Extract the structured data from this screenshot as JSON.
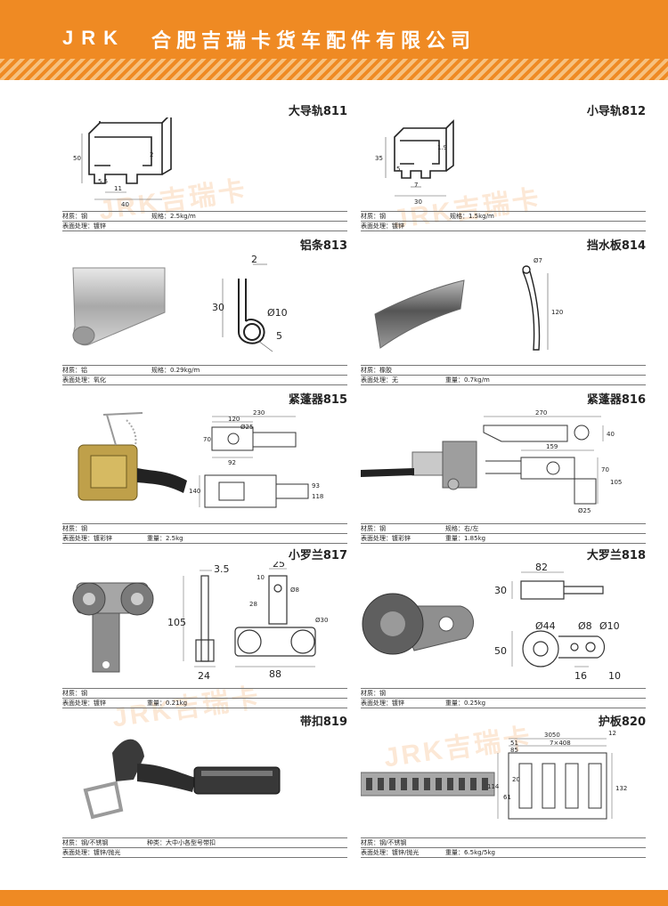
{
  "header": {
    "brand": "JRK",
    "company": "合肥吉瑞卡货车配件有限公司",
    "watermark": "JRK吉瑞卡"
  },
  "products": [
    {
      "id": "811",
      "title": "大导轨811",
      "row1": [
        "材质：钢",
        "规格：2.5kg/m"
      ],
      "row2": [
        "表面处理：镀锌"
      ],
      "dims": [
        "50",
        "2",
        "5.5",
        "11",
        "40"
      ]
    },
    {
      "id": "812",
      "title": "小导轨812",
      "row1": [
        "材质：钢",
        "规格：1.5kg/m"
      ],
      "row2": [
        "表面处理：镀锌"
      ],
      "dims": [
        "35",
        "1.9",
        "5",
        "7",
        "30"
      ]
    },
    {
      "id": "813",
      "title": "铝条813",
      "row1": [
        "材质：铝",
        "规格：0.29kg/m"
      ],
      "row2": [
        "表面处理：氧化"
      ],
      "dims": [
        "2",
        "30",
        "Ø10",
        "5"
      ]
    },
    {
      "id": "814",
      "title": "挡水板814",
      "row1": [
        "材质：橡胶"
      ],
      "row2": [
        "表面处理：无",
        "重量：0.7kg/m"
      ],
      "dims": [
        "Ø7",
        "120"
      ]
    },
    {
      "id": "815",
      "title": "紧蓬器815",
      "row1": [
        "材质：钢"
      ],
      "row2": [
        "表面处理：镀彩锌",
        "重量：2.5kg"
      ],
      "dims": [
        "230",
        "120",
        "Ø25",
        "70",
        "92",
        "140",
        "93",
        "118"
      ]
    },
    {
      "id": "816",
      "title": "紧蓬器816",
      "row1": [
        "材质：钢",
        "规格：右/左"
      ],
      "row2": [
        "表面处理：镀彩锌",
        "重量：1.85kg"
      ],
      "dims": [
        "270",
        "40",
        "159",
        "70",
        "105",
        "Ø25"
      ]
    },
    {
      "id": "817",
      "title": "小罗兰817",
      "row1": [
        "材质：钢"
      ],
      "row2": [
        "表面处理：镀锌",
        "重量：0.21kg"
      ],
      "dims": [
        "3.5",
        "25",
        "10",
        "Ø8",
        "28",
        "105",
        "Ø30",
        "24",
        "88"
      ]
    },
    {
      "id": "818",
      "title": "大罗兰818",
      "row1": [
        "材质：钢"
      ],
      "row2": [
        "表面处理：镀锌",
        "重量：0.25kg"
      ],
      "dims": [
        "82",
        "30",
        "Ø44",
        "Ø8",
        "Ø10",
        "50",
        "16",
        "10"
      ]
    },
    {
      "id": "819",
      "title": "带扣819",
      "row1": [
        "材质：钢/不锈钢",
        "种类：大中小各型号带扣"
      ],
      "row2": [
        "表面处理：镀锌/抛光"
      ],
      "dims": []
    },
    {
      "id": "820",
      "title": "护板820",
      "row1": [
        "材质：钢/不锈钢"
      ],
      "row2": [
        "表面处理：镀锌/抛光",
        "重量：6.5kg/5kg"
      ],
      "dims": [
        "3050",
        "12",
        "51",
        "7×408",
        "85",
        "114",
        "61",
        "20",
        "132"
      ]
    }
  ]
}
